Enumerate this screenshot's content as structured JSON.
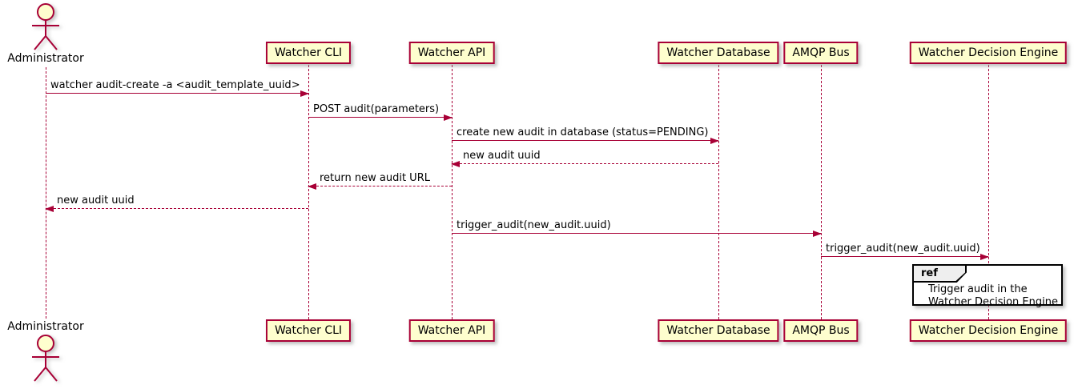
{
  "diagram": {
    "kind": "uml-sequence-diagram",
    "colors": {
      "accent": "#A80036",
      "participant_fill": "#FEFECE",
      "text": "#000000",
      "ref_border": "#000000",
      "ref_tab_fill": "#EEEEEE",
      "background": "#FFFFFF"
    }
  },
  "actor": {
    "label": "Administrator"
  },
  "participants": [
    {
      "label": "Watcher CLI"
    },
    {
      "label": "Watcher API"
    },
    {
      "label": "Watcher Database"
    },
    {
      "label": "AMQP Bus"
    },
    {
      "label": "Watcher Decision Engine"
    }
  ],
  "messages": [
    {
      "label": "watcher audit-create -a <audit_template_uuid>",
      "from": "Administrator",
      "to": "Watcher CLI",
      "style": "solid"
    },
    {
      "label": "POST audit(parameters)",
      "from": "Watcher CLI",
      "to": "Watcher API",
      "style": "solid"
    },
    {
      "label": "create new audit in database (status=PENDING)",
      "from": "Watcher API",
      "to": "Watcher Database",
      "style": "solid"
    },
    {
      "label": "new audit uuid",
      "from": "Watcher Database",
      "to": "Watcher API",
      "style": "dashed"
    },
    {
      "label": "return new audit URL",
      "from": "Watcher API",
      "to": "Watcher CLI",
      "style": "dashed"
    },
    {
      "label": "new audit uuid",
      "from": "Watcher CLI",
      "to": "Administrator",
      "style": "dashed"
    },
    {
      "label": "trigger_audit(new_audit.uuid)",
      "from": "Watcher API",
      "to": "AMQP Bus",
      "style": "solid"
    },
    {
      "label": "trigger_audit(new_audit.uuid)",
      "from": "AMQP Bus",
      "to": "Watcher Decision Engine",
      "style": "solid"
    }
  ],
  "ref": {
    "tag": "ref",
    "line1": "Trigger audit in the",
    "line2": "Watcher Decision Engine"
  }
}
